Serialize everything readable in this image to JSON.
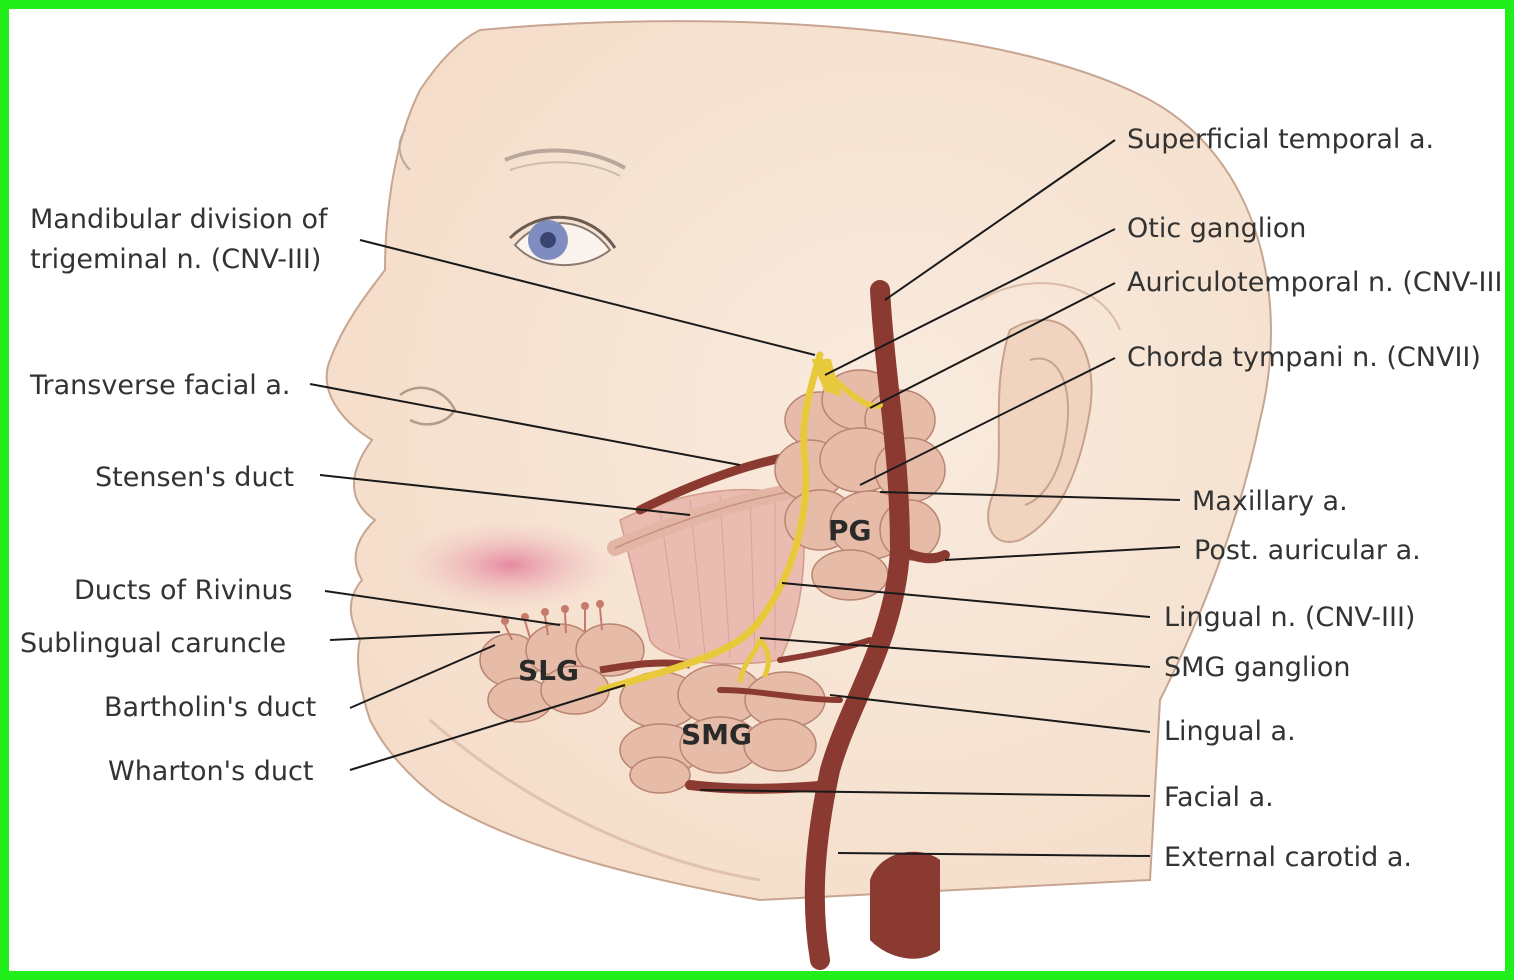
{
  "diagram": {
    "labels_left": {
      "mandibular_division_line1": "Mandibular division of",
      "mandibular_division_line2": "trigeminal n. (CNV-III)",
      "transverse_facial": "Transverse facial a.",
      "stensens_duct": "Stensen's duct",
      "ducts_of_rivinus": "Ducts of Rivinus",
      "sublingual_caruncle": "Sublingual caruncle",
      "bartholins_duct": "Bartholin's duct",
      "whartons_duct": "Wharton's duct"
    },
    "labels_right": {
      "superficial_temporal": "Superficial temporal a.",
      "otic_ganglion": "Otic ganglion",
      "auriculotemporal": "Auriculotemporal n. (CNV-III",
      "chorda_tympani": "Chorda tympani n. (CNVII)",
      "maxillary": "Maxillary a.",
      "post_auricular": "Post. auricular a.",
      "lingual_nerve": "Lingual n. (CNV-III)",
      "smg_ganglion": "SMG ganglion",
      "lingual_artery": "Lingual a.",
      "facial_artery": "Facial a.",
      "external_carotid": "External carotid a."
    },
    "glands": {
      "pg": "PG",
      "slg": "SLG",
      "smg": "SMG"
    },
    "colors": {
      "frame": "#22ee1c",
      "skin": "#f7e6d7",
      "artery": "#8a3a30",
      "nerve": "#e9c93c",
      "gland": "#e4b9a8",
      "cheek": "#e79fb0",
      "leader_line": "#1a1a1a"
    }
  }
}
